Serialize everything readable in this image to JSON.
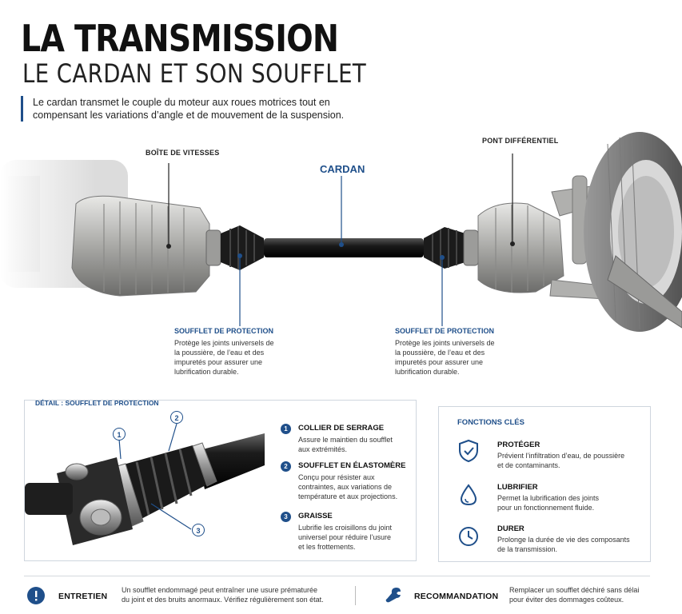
{
  "header": {
    "title": "LA TRANSMISSION",
    "subtitle": "LE CARDAN ET SON SOUFFLET",
    "intro": "Le cardan transmet le couple du moteur aux roues motrices tout en compensant les variations d’angle et de mouvement de la suspension."
  },
  "diagram": {
    "gearbox_label": "BOÎTE DE VITESSES",
    "shaft_label": "CARDAN",
    "diff_label": "PONT DIFFÉRENTIEL",
    "boot_left": {
      "title": "SOUFFLET DE PROTECTION",
      "desc": [
        "Protège les joints universels de",
        "la poussière, de l’eau et des",
        "impuretés pour assurer une",
        "lubrification durable."
      ]
    },
    "boot_right": {
      "title": "SOUFFLET DE PROTECTION",
      "desc": [
        "Protège les joints universels de",
        "la poussière, de l’eau et des",
        "impuretés pour assurer une",
        "lubrification durable."
      ]
    }
  },
  "detail": {
    "heading": "DÉTAIL : SOUFFLET DE PROTECTION",
    "items": [
      {
        "num": "1",
        "title": "COLLIER DE SERRAGE",
        "desc": [
          "Assure le maintien du soufflet",
          "aux extrémités."
        ]
      },
      {
        "num": "2",
        "title": "SOUFFLET EN ÉLASTOMÈRE",
        "desc": [
          "Conçu pour résister aux",
          "contraintes, aux variations de",
          "température et aux projections."
        ]
      },
      {
        "num": "3",
        "title": "GRAISSE",
        "desc": [
          "Lubrifie les croisillons du joint",
          "universel pour réduire l’usure",
          "et les frottements."
        ]
      }
    ]
  },
  "functions": {
    "heading": "FONCTIONS CLÉS",
    "items": [
      {
        "icon": "shield-check-icon",
        "title": "PROTÉGER",
        "desc": [
          "Prévient l’infiltration d’eau, de poussière",
          "et de contaminants."
        ]
      },
      {
        "icon": "drop-icon",
        "title": "LUBRIFIER",
        "desc": [
          "Permet la lubrification des joints",
          "pour un fonctionnement fluide."
        ]
      },
      {
        "icon": "clock-icon",
        "title": "DURER",
        "desc": [
          "Prolonge la durée de vie des composants",
          "de la transmission."
        ]
      }
    ]
  },
  "footer": {
    "maintenance_title": "ENTRETIEN",
    "maintenance_text": [
      "Un soufflet endommagé peut entraîner une usure prématurée",
      "du joint et des bruits anormaux. Vérifiez régulièrement son état."
    ],
    "recommendation_title": "RECOMMANDATION",
    "recommendation_text": [
      "Remplacer un soufflet déchiré sans délai",
      "pour éviter des dommages coûteux."
    ]
  },
  "colors": {
    "accent": "#1f4f8a",
    "dark": "#111111"
  }
}
